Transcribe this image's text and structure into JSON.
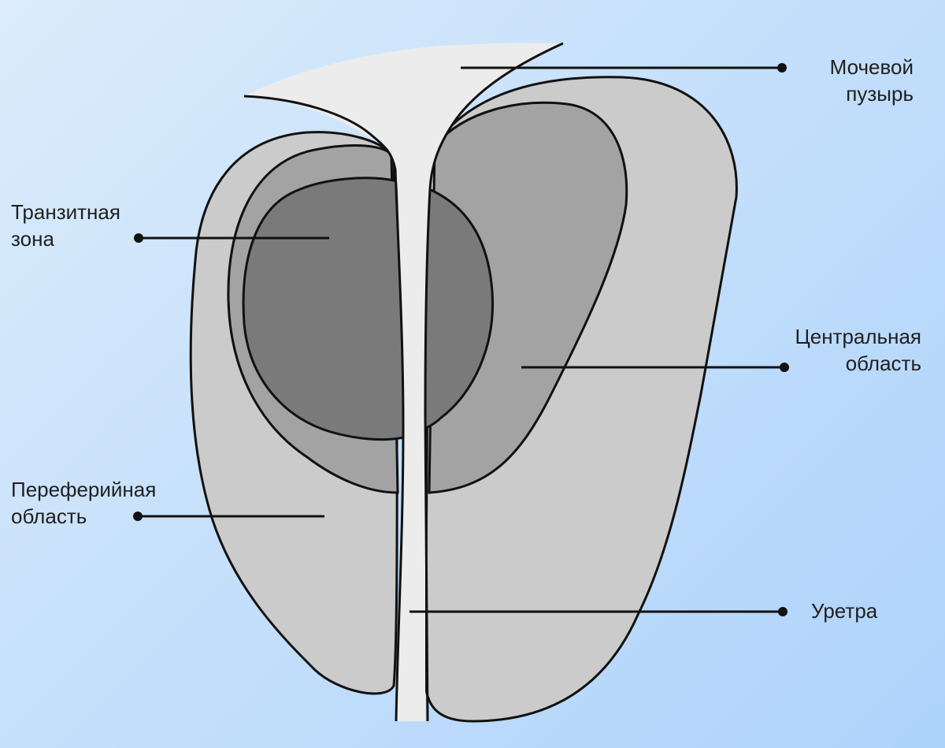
{
  "labels": {
    "bladder": [
      "Мочевой",
      "пузырь"
    ],
    "transition": [
      "Транзитная",
      "зона"
    ],
    "central": [
      "Центральная",
      "область"
    ],
    "peripheral": [
      "Переферийная",
      "область"
    ],
    "urethra": [
      "Уретра"
    ]
  },
  "colors": {
    "peripheral": "#cbcbcb",
    "central": "#a3a3a3",
    "transition": "#7a7a7a",
    "urethra": "#ececec",
    "outline": "#111111"
  }
}
